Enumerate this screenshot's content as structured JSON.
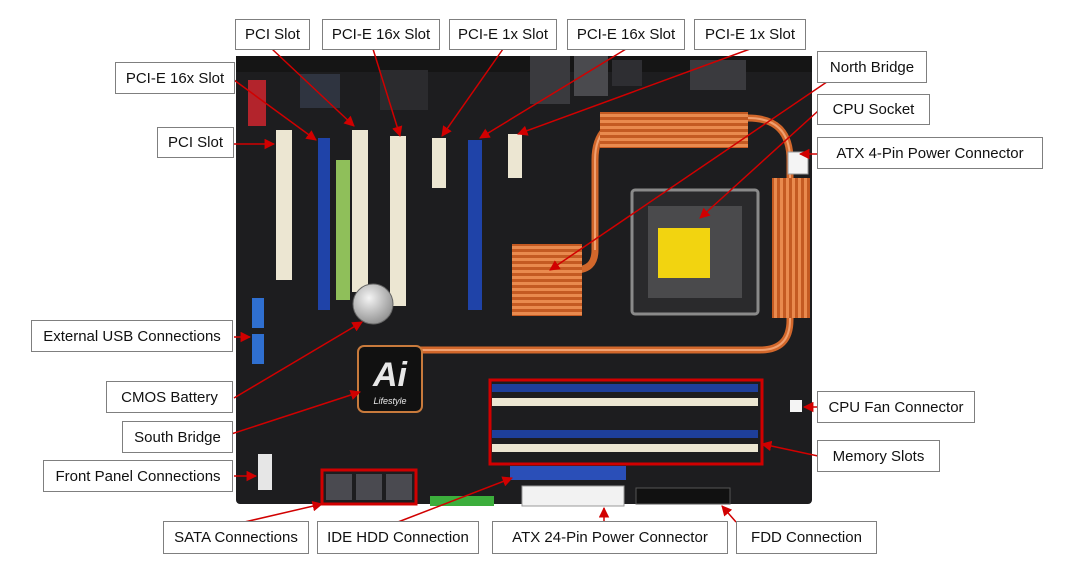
{
  "colors": {
    "pointer": "#d10000",
    "board": "#1d1d1f",
    "pci_slot": "#ece6d2",
    "pcie16_slot": "#1f43a8",
    "memory_blue": "#1e3f9a",
    "memory_white": "#ece6d2",
    "copper": "#d2672b"
  },
  "chip_logo": {
    "text": "Ai",
    "caption": "Lifestyle"
  },
  "labels": {
    "pci_slot_top": "PCI Slot",
    "pcie16_slot_top_1": "PCI-E 16x Slot",
    "pcie1_slot_top_1": "PCI-E 1x Slot",
    "pcie16_slot_top_2": "PCI-E 16x Slot",
    "pcie1_slot_top_2": "PCI-E 1x Slot",
    "pcie16_slot_left": "PCI-E 16x Slot",
    "pci_slot_left": "PCI Slot",
    "north_bridge": "North Bridge",
    "cpu_socket": "CPU Socket",
    "atx4_power": "ATX 4-Pin Power Connector",
    "external_usb": "External USB Connections",
    "cmos_battery": "CMOS Battery",
    "south_bridge": "South Bridge",
    "front_panel": "Front Panel Connections",
    "cpu_fan": "CPU Fan Connector",
    "memory_slots": "Memory Slots",
    "sata": "SATA Connections",
    "ide_hdd": "IDE HDD Connection",
    "atx24_power": "ATX 24-Pin Power Connector",
    "fdd": "FDD Connection"
  }
}
